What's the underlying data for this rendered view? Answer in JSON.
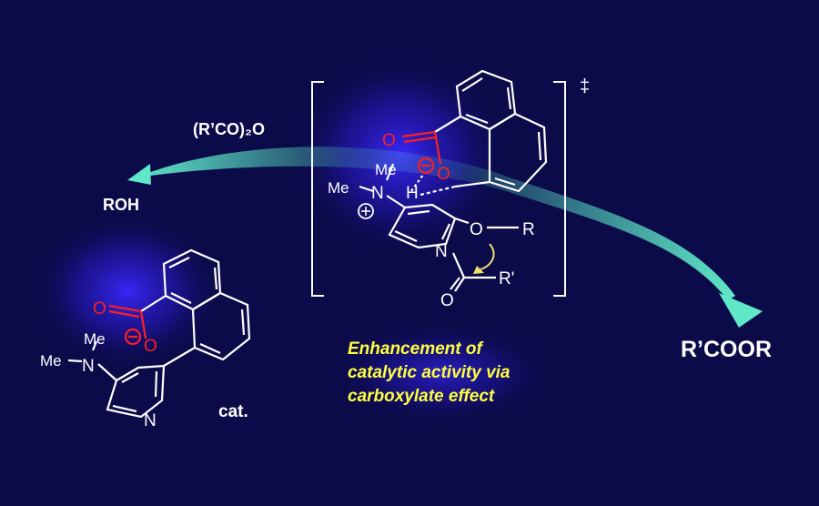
{
  "diagram": {
    "reagent": "(R’CO)₂O",
    "substrate": "ROH",
    "product": "R’COOR",
    "catalyst_label": "cat.",
    "transition_state_mark": "‡",
    "atoms": {
      "me": "Me",
      "n": "N",
      "o": "O",
      "h": "H",
      "r": "R",
      "r_prime": "R'",
      "minus": "−",
      "plus": "+"
    },
    "caption": [
      "Enhancement of",
      "catalytic activity via",
      "carboxylate effect"
    ],
    "colors": {
      "background": "#0b0b4a",
      "glow": "#3a28ff",
      "arrow": "#5fe8c8",
      "bond": "#ffffff",
      "carboxylate": "#ff1f1f",
      "caption": "#ffff40",
      "curly_arrow": "#f0e070"
    }
  }
}
